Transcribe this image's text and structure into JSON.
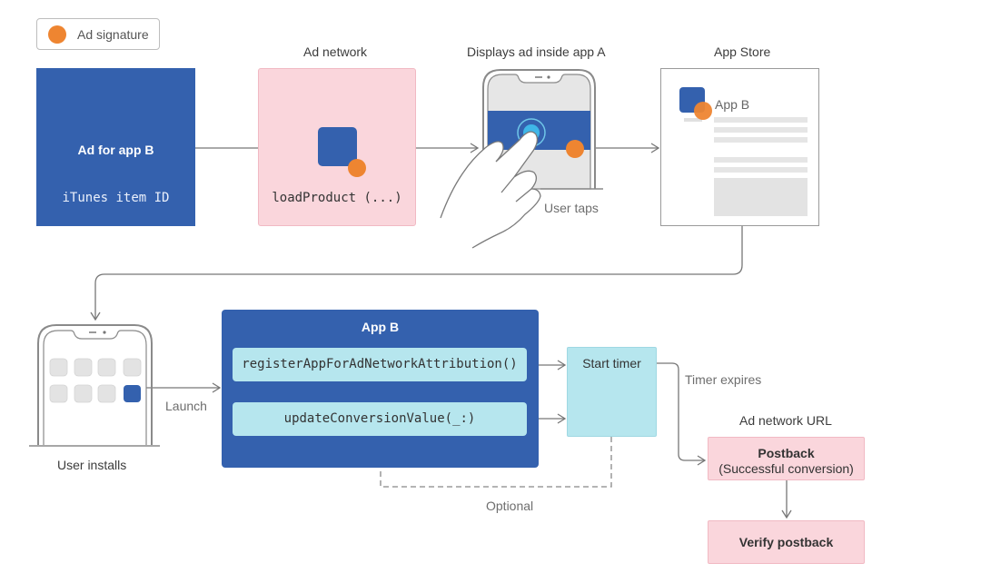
{
  "legend": {
    "label": "Ad signature",
    "icon": "orange-dot-icon",
    "color": "#ee8531"
  },
  "colors": {
    "brand_blue": "#3461ae",
    "signature_orange": "#ee8531",
    "network_pink": "#fad6dc",
    "app_cyan": "#b6e6ee"
  },
  "ad_box": {
    "title": "Ad for app B",
    "subtitle": "iTunes item ID"
  },
  "ad_network": {
    "heading": "Ad network",
    "call": "loadProduct (...)"
  },
  "app_a": {
    "heading": "Displays ad inside app A",
    "caption": "User taps"
  },
  "app_store": {
    "heading": "App Store",
    "app_name": "App B"
  },
  "install": {
    "caption": "User installs",
    "arrow_label": "Launch"
  },
  "app_b": {
    "title": "App B",
    "calls": [
      "registerAppForAdNetworkAttribution()",
      "updateConversionValue(_:)"
    ]
  },
  "timer": {
    "label": "Start timer",
    "expires_label": "Timer expires",
    "optional_label": "Optional"
  },
  "postback": {
    "heading": "Ad network URL",
    "title": "Postback",
    "subtitle": "(Successful conversion)"
  },
  "verify": {
    "label": "Verify postback"
  }
}
